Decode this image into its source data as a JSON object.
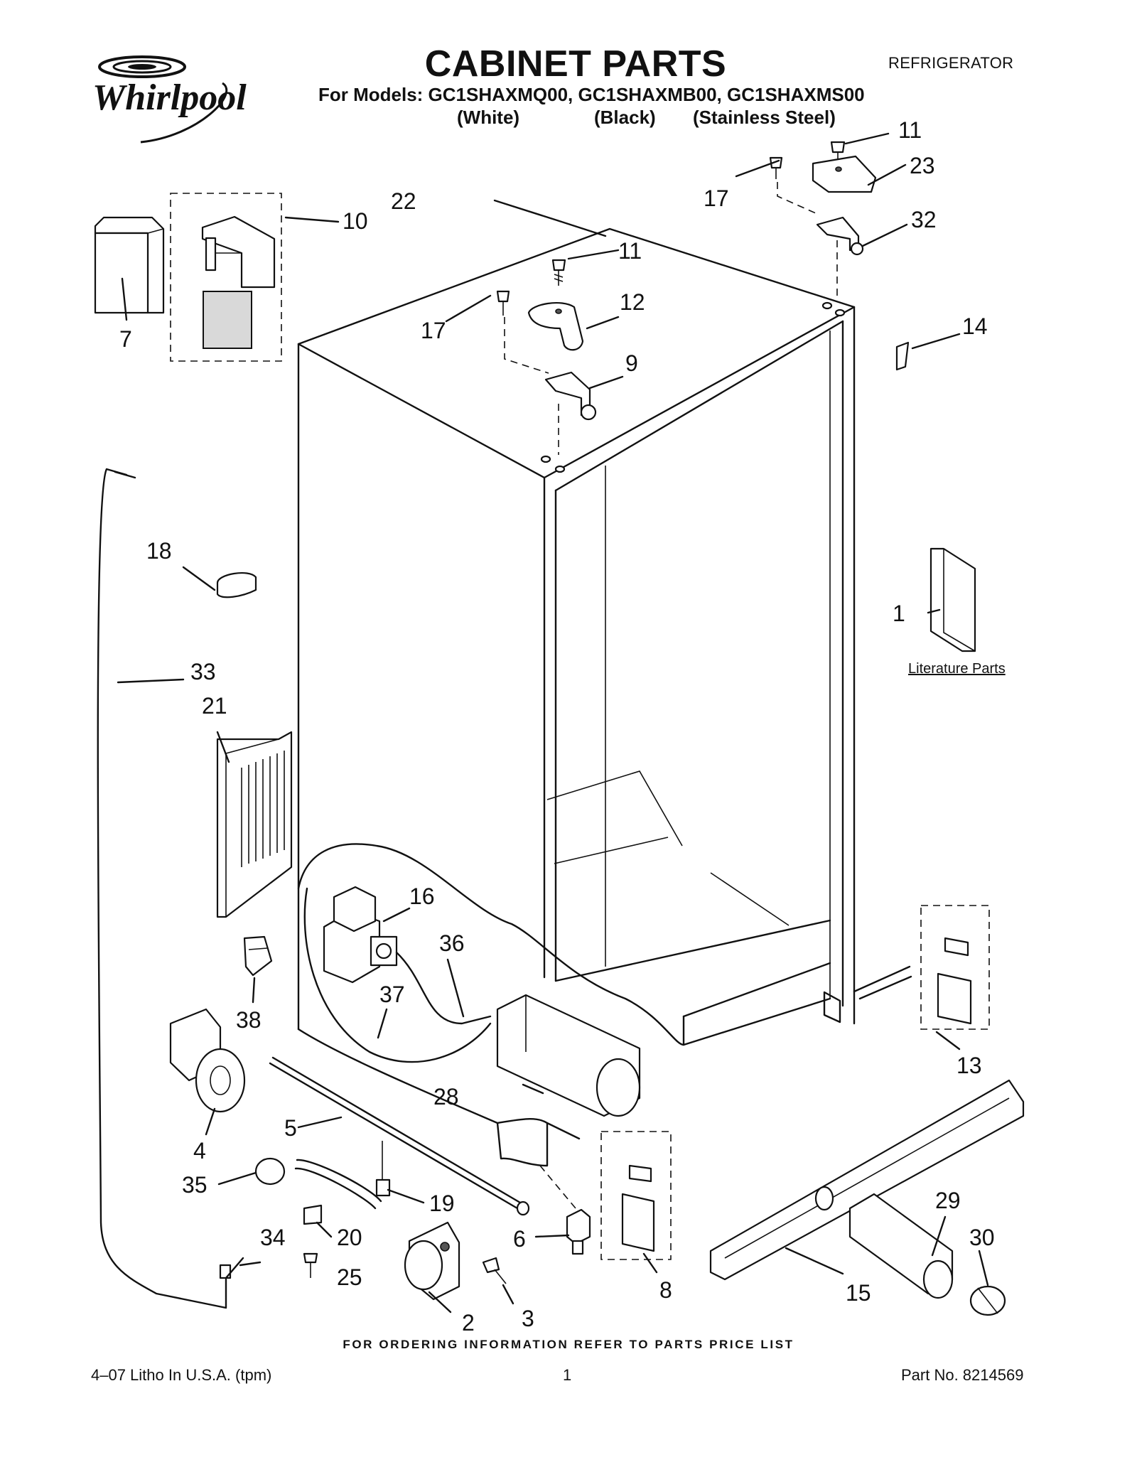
{
  "header": {
    "brand": "Whirlpool",
    "title": "CABINET PARTS",
    "category": "REFRIGERATOR",
    "models_line": "For Models: GC1SHAXMQ00, GC1SHAXMB00, GC1SHAXMS00",
    "variants": [
      "(White)",
      "(Black)",
      "(Stainless Steel)"
    ]
  },
  "diagram": {
    "literature_label": "Literature Parts",
    "callouts": [
      "1",
      "2",
      "3",
      "4",
      "5",
      "6",
      "7",
      "8",
      "9",
      "10",
      "11",
      "11",
      "12",
      "13",
      "14",
      "15",
      "16",
      "17",
      "17",
      "18",
      "19",
      "20",
      "21",
      "22",
      "23",
      "25",
      "28",
      "29",
      "30",
      "32",
      "33",
      "34",
      "35",
      "36",
      "37",
      "38"
    ]
  },
  "footer": {
    "ordering_note": "FOR ORDERING INFORMATION REFER TO PARTS PRICE LIST",
    "litho": "4–07 Litho In U.S.A. (tpm)",
    "page": "1",
    "part_no": "Part No. 8214569"
  }
}
